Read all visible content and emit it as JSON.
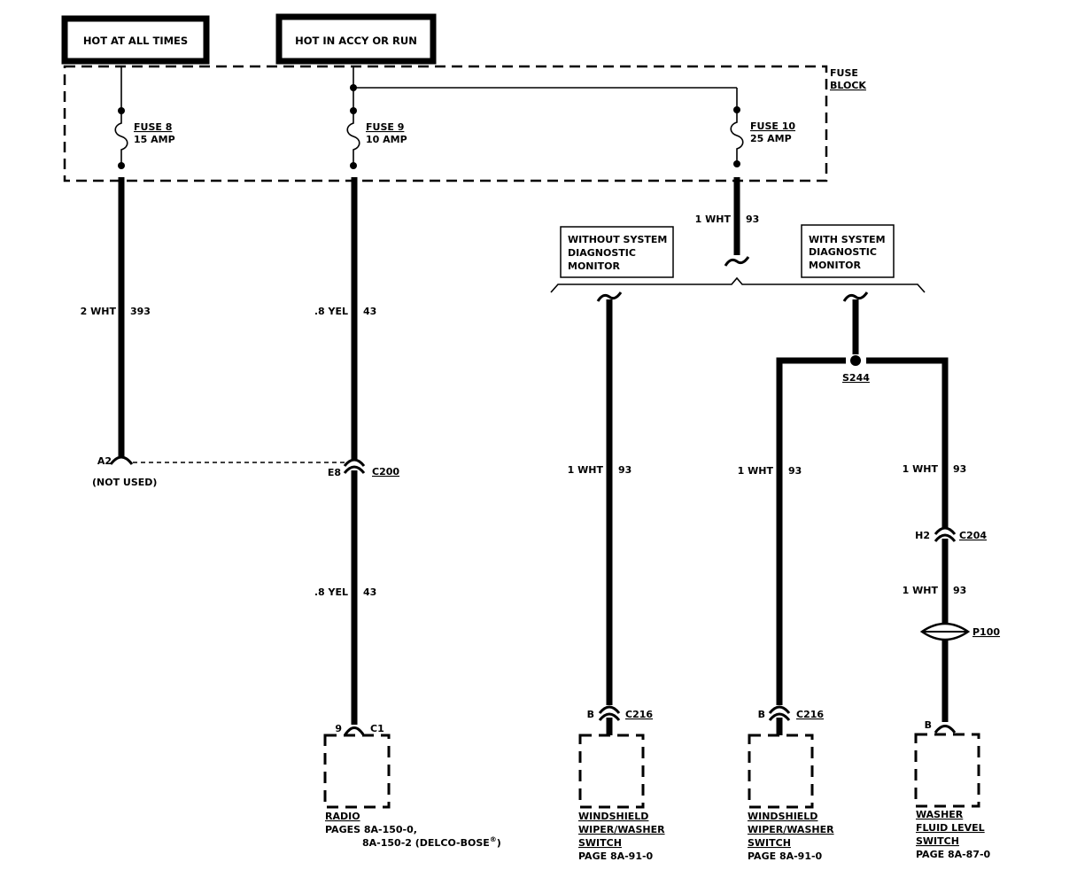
{
  "power_labels": {
    "hot_always": "HOT AT ALL TIMES",
    "hot_accy": "HOT IN ACCY OR RUN"
  },
  "fuse_block": {
    "line1": "FUSE",
    "line2": "BLOCK"
  },
  "fuses": [
    {
      "name": "FUSE 8",
      "rating": "15 AMP"
    },
    {
      "name": "FUSE 9",
      "rating": "10 AMP"
    },
    {
      "name": "FUSE 10",
      "rating": "25 AMP"
    }
  ],
  "wires": {
    "w393": {
      "gauge": "2 WHT",
      "circuit": "393"
    },
    "w43_upper": {
      "gauge": ".8 YEL",
      "circuit": "43"
    },
    "w43_lower": {
      "gauge": ".8 YEL",
      "circuit": "43"
    },
    "w93_top": {
      "gauge": "1 WHT",
      "circuit": "93"
    },
    "w93_a": {
      "gauge": "1 WHT",
      "circuit": "93"
    },
    "w93_b": {
      "gauge": "1 WHT",
      "circuit": "93"
    },
    "w93_c": {
      "gauge": "1 WHT",
      "circuit": "93"
    },
    "w93_d": {
      "gauge": "1 WHT",
      "circuit": "93"
    }
  },
  "options": {
    "without": [
      "WITHOUT SYSTEM",
      "DIAGNOSTIC",
      "MONITOR"
    ],
    "with": [
      "WITH SYSTEM",
      "DIAGNOSTIC",
      "MONITOR"
    ]
  },
  "connectors": {
    "a2_pin": "A2",
    "not_used": "(NOT USED)",
    "e8_pin": "E8",
    "c200": "C200",
    "c1_pin": "9",
    "c1": "C1",
    "c216a_pin": "B",
    "c216a": "C216",
    "c216b_pin": "B",
    "c216b": "C216",
    "h2_pin": "H2",
    "c204": "C204",
    "p100": "P100",
    "washer_pin": "B",
    "splice": "S244"
  },
  "components": {
    "radio": {
      "name": "RADIO",
      "page1": "PAGES  8A-150-0,",
      "page2": "8A-150-2 (DELCO-BOSE",
      "reg": "®",
      "close": ")"
    },
    "wiper1": {
      "lines": [
        "WINDSHIELD",
        "WIPER/WASHER",
        "SWITCH"
      ],
      "page": "PAGE 8A-91-0"
    },
    "wiper2": {
      "lines": [
        "WINDSHIELD",
        "WIPER/WASHER",
        "SWITCH"
      ],
      "page": "PAGE 8A-91-0"
    },
    "washer": {
      "lines": [
        "WASHER",
        "FLUID LEVEL",
        "SWITCH"
      ],
      "page": "PAGE 8A-87-0"
    }
  }
}
